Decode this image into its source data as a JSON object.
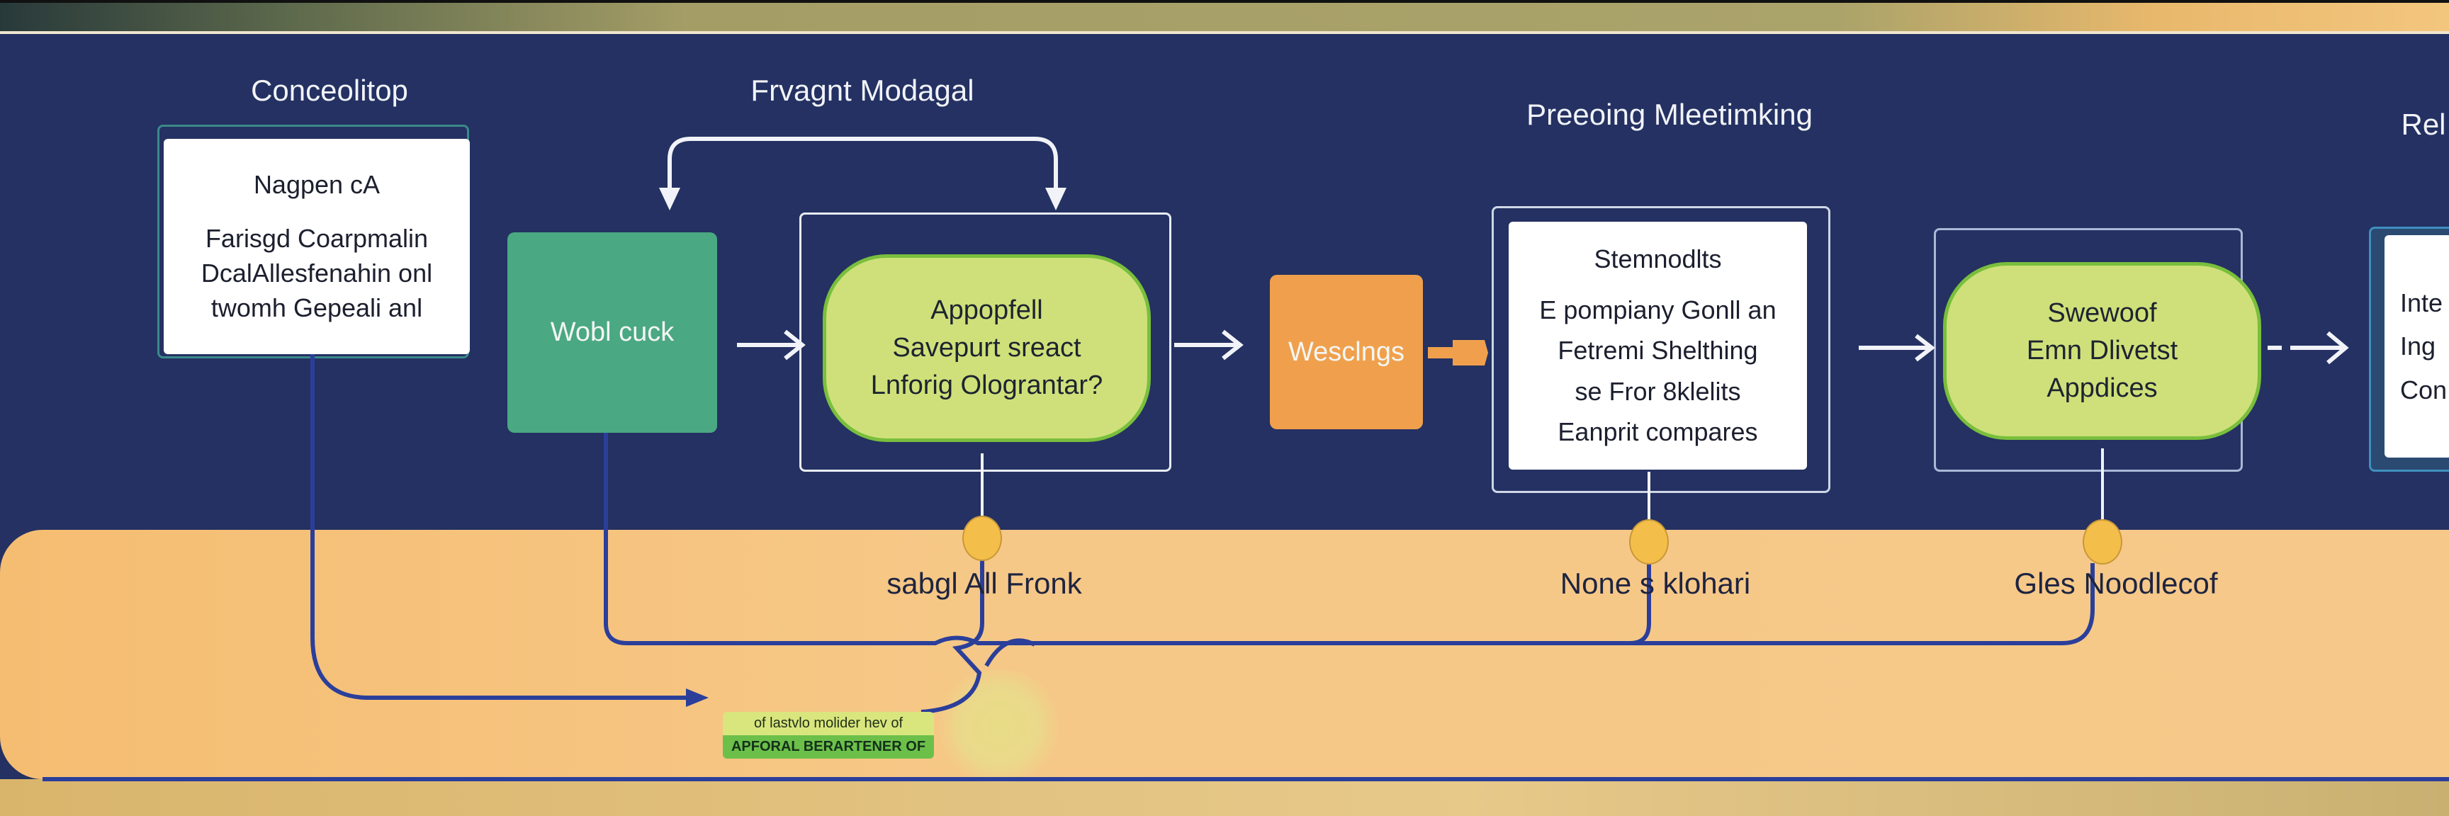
{
  "colors": {
    "background": "#243162",
    "lower_band": "#f6c88a",
    "green_box": "#4aa882",
    "lime_node": "#cfe07a",
    "lime_border": "#79bf3c",
    "orange_box": "#f0a04c",
    "connector": "#2b3f9a",
    "junction": "#f4be4a"
  },
  "headings": [
    "Conceolitop",
    "Frvagnt Modagal",
    "Preeoing Mleetimking",
    "Rel"
  ],
  "nodes": {
    "box1": {
      "title": "Nagpen cA",
      "lines": [
        "Farisgd Coarpmalin",
        "DcalAllesfenahin onl",
        "twomh Gepeali anl"
      ]
    },
    "green": {
      "label": "Wobl cuck"
    },
    "lime1": {
      "lines": [
        "Appopfell",
        "Savepurt sreact",
        "Lnforig Olograntar?"
      ]
    },
    "orange": {
      "label": "Wesclngs"
    },
    "box2": {
      "title": "Stemnodlts",
      "lines": [
        "E pompiany Gonll an",
        "Fetremi Shelthing",
        "se Fror 8klelits",
        "Eanprit compares"
      ]
    },
    "lime2": {
      "lines": [
        "Swewoof",
        "Emn Dlivetst",
        "Appdices"
      ]
    },
    "box3": {
      "lines": [
        "Inte",
        "Ing",
        "Con"
      ]
    }
  },
  "labels": [
    "sabgl All Fronk",
    "None s klohari",
    "Gles Noodlecof"
  ],
  "note": {
    "top": "of lastvlo molider hev of",
    "bottom": "APFORAL BERARTENER OF"
  }
}
